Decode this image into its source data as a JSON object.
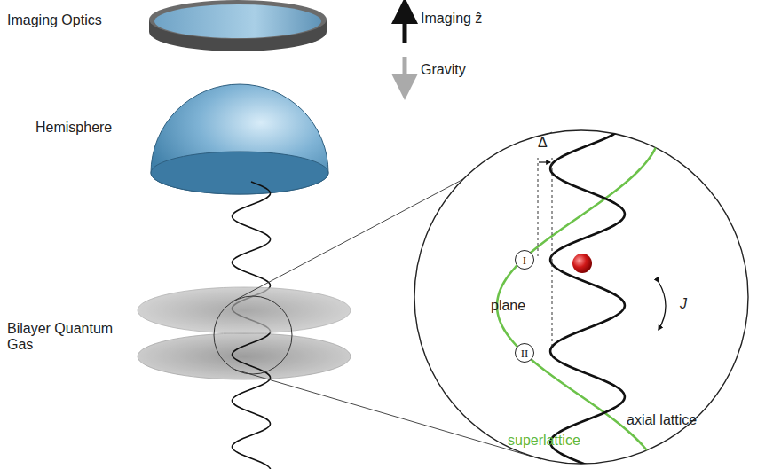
{
  "diagram": {
    "nodes": [
      {
        "text": [
          "I"
        ]
      },
      {
        "text": [
          "II"
        ]
      }
    ],
    "labels": [
      "Imaging Optics",
      "Imaging ẑ",
      "Gravity",
      "Hemisphere",
      "Bilayer Quantum Gas",
      "Δ",
      "plane",
      "J",
      "axial lattice",
      "superlattice"
    ]
  }
}
